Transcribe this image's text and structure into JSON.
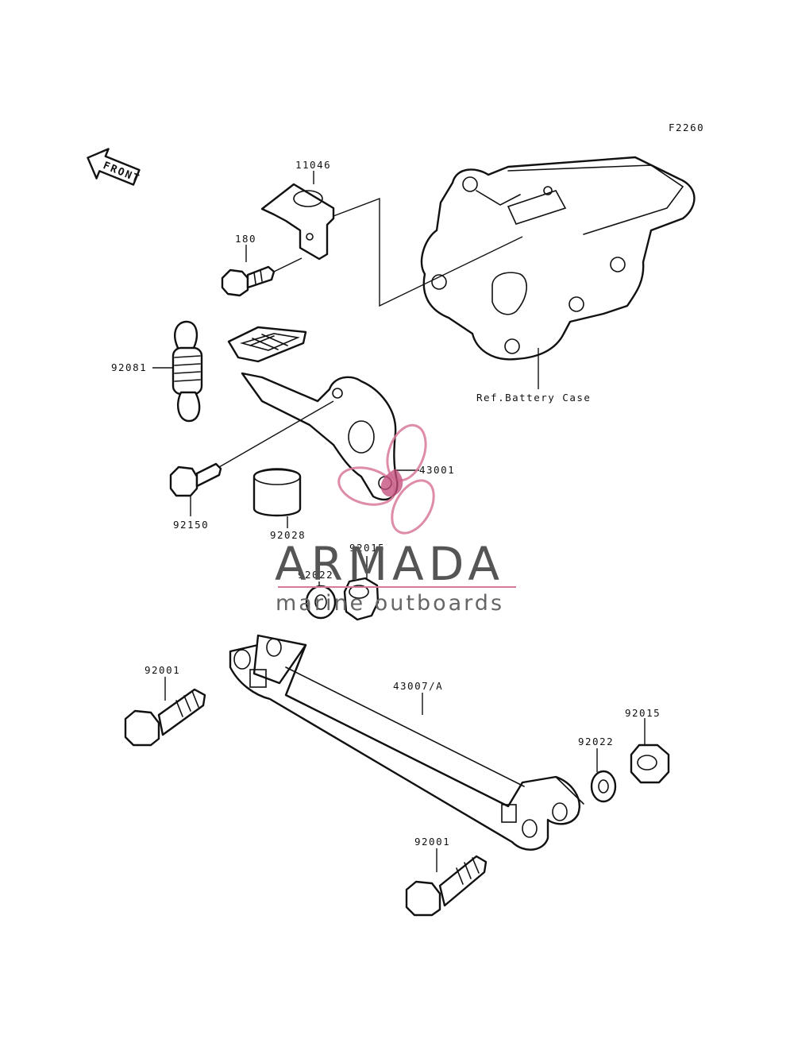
{
  "diagram": {
    "code": "F2260",
    "front_label": "FRONT",
    "ref_label": "Ref.Battery Case",
    "parts": {
      "p11046": "11046",
      "p180": "180",
      "p92081": "92081",
      "p43001": "43001",
      "p92150": "92150",
      "p92028": "92028",
      "p92015_top": "92015",
      "p92022_top": "92022",
      "p92001_left": "92001",
      "p43007": "43007/A",
      "p92022_right": "92022",
      "p92015_right": "92015",
      "p92001_bottom": "92001"
    }
  },
  "watermark": {
    "brand": "ARMADA",
    "tagline": "marine outboards",
    "colors": {
      "brand_pink": "#d9789a",
      "text_gray": "#555555"
    }
  }
}
